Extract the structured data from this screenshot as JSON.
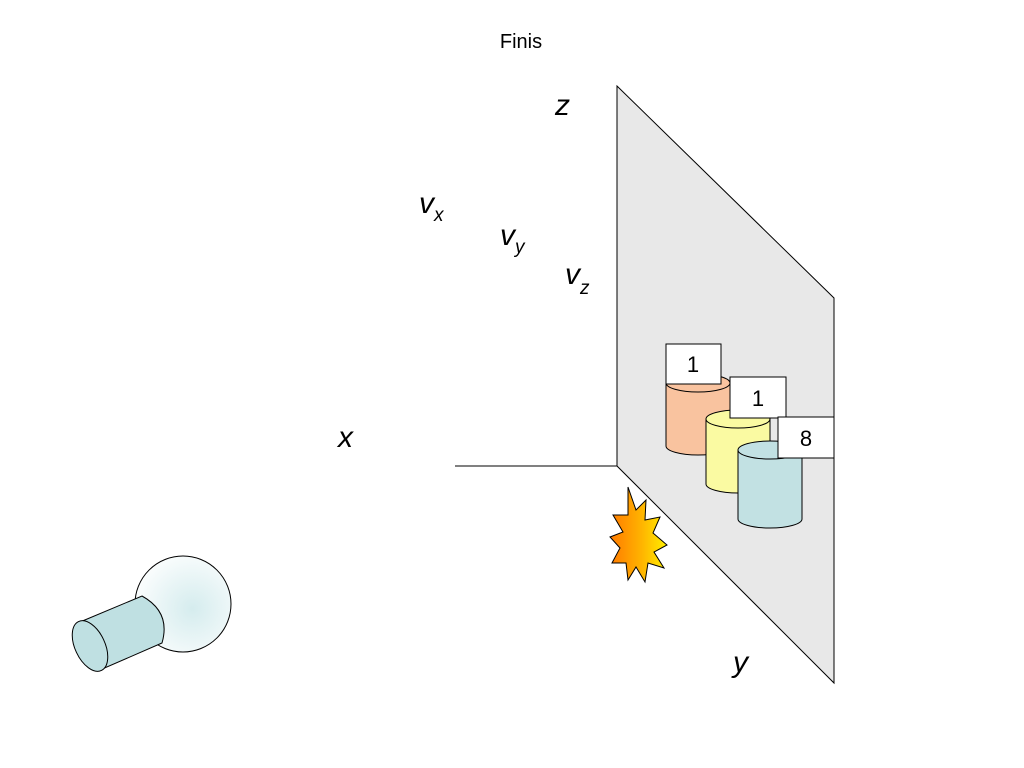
{
  "title": "Finis",
  "axes": {
    "x": "x",
    "y": "y",
    "z": "z"
  },
  "velocities": [
    {
      "main": "v",
      "sub": "x"
    },
    {
      "main": "v",
      "sub": "y"
    },
    {
      "main": "v",
      "sub": "z"
    }
  ],
  "cylinders": [
    {
      "label": "1",
      "fill": "#f9c39f"
    },
    {
      "label": "1",
      "fill": "#fafaa2"
    },
    {
      "label": "8",
      "fill": "#c2e1e3"
    }
  ],
  "colors": {
    "plane": "#e8e8e8",
    "explosion_outer": "#ff8c00",
    "explosion_inner": "#ffe100",
    "projector": "#bfe0e2"
  },
  "icons": {
    "projector": "projector-icon",
    "explosion": "explosion-icon"
  }
}
